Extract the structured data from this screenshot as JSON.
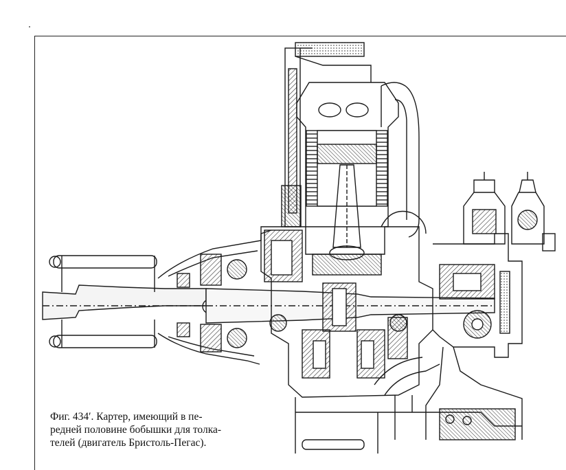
{
  "figure": {
    "label": "Фиг. 434′.",
    "caption_lines": [
      "Картер, имеющий в пе-",
      "редней половине бобышки для толка-",
      "телей (двигатель Бристоль-Пегас)."
    ]
  },
  "colors": {
    "paper": "#ffffff",
    "ink": "#1a1a1a",
    "hatch": "#333333"
  }
}
